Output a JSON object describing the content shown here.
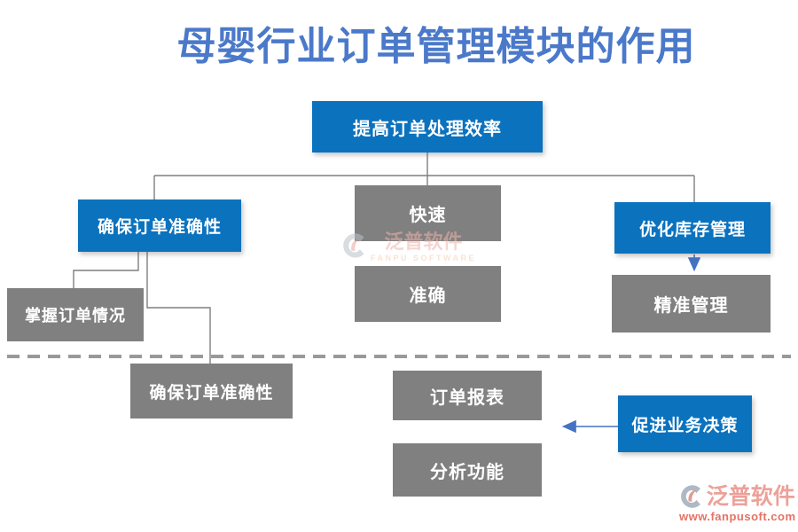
{
  "title": "母婴行业订单管理模块的作用",
  "nodes": {
    "improve_efficiency": {
      "label": "提高订单处理效率",
      "style": "blue"
    },
    "ensure_accuracy": {
      "label": "确保订单准确性",
      "style": "blue"
    },
    "fast": {
      "label": "快速",
      "style": "gray"
    },
    "accurate": {
      "label": "准确",
      "style": "gray"
    },
    "optimize_inventory": {
      "label": "优化库存管理",
      "style": "blue"
    },
    "grasp_orders": {
      "label": "掌握订单情况",
      "style": "gray"
    },
    "precise_management": {
      "label": "精准管理",
      "style": "gray"
    },
    "ensure_accuracy_2": {
      "label": "确保订单准确性",
      "style": "gray"
    },
    "order_report": {
      "label": "订单报表",
      "style": "gray"
    },
    "analysis_function": {
      "label": "分析功能",
      "style": "gray"
    },
    "business_decision": {
      "label": "促进业务决策",
      "style": "blue"
    }
  },
  "watermark_center": {
    "brand": "泛普软件",
    "subtitle": "FANPU SOFTWARE"
  },
  "watermark_corner": {
    "brand": "泛普软件",
    "url": "www.fanpusoft.com"
  },
  "colors": {
    "node_blue": "#0b72be",
    "node_gray": "#808080",
    "title_blue": "#4b79ca",
    "connector_gray": "#7f7f7f",
    "arrow_blue": "#4472c4",
    "divider_dash_gray": "#999999",
    "watermark_pink": "#ec9d94",
    "watermark_url_red": "#e56a5c"
  }
}
